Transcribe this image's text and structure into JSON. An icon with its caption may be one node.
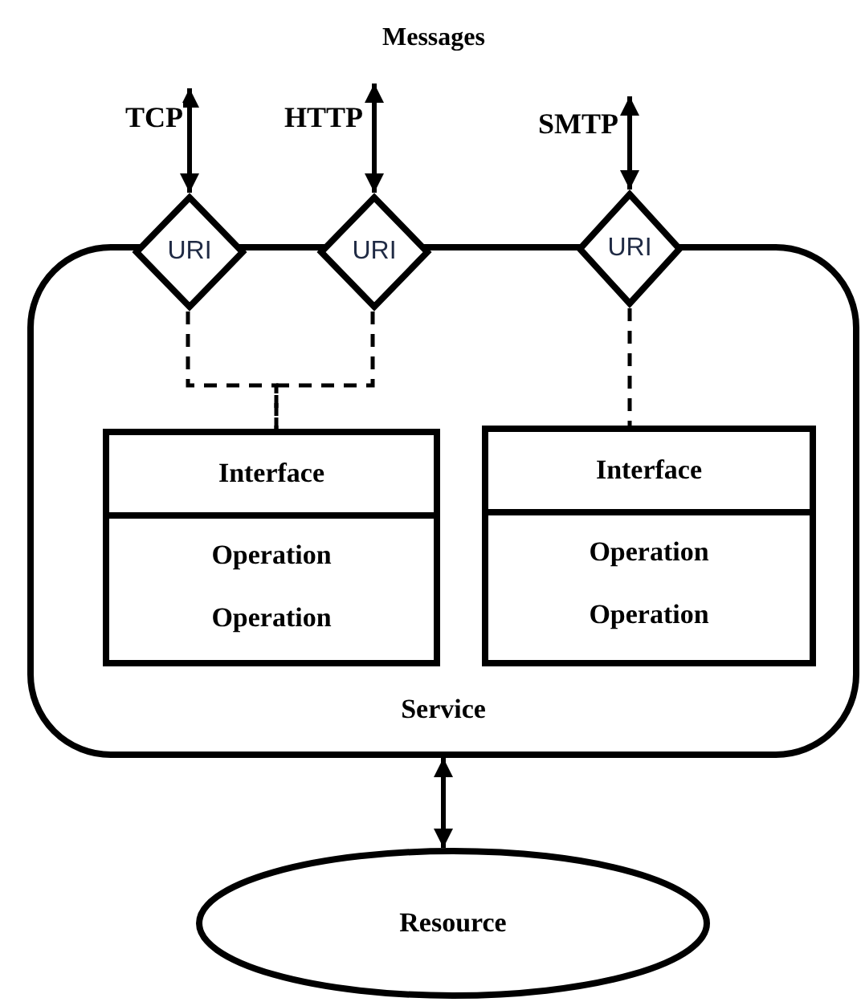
{
  "diagram": {
    "nodes": [
      {
        "text": [
          "Service"
        ]
      },
      {
        "text": [
          "URI"
        ]
      },
      {
        "text": [
          "URI"
        ]
      },
      {
        "text": [
          "URI"
        ]
      },
      {
        "text": [
          "Interface",
          "Operation",
          "Operation"
        ],
        "in": 0
      },
      {
        "text": [
          "Interface",
          "Operation",
          "Operation"
        ],
        "in": 0
      },
      {
        "text": [
          "Resource"
        ]
      }
    ],
    "edges": [
      {
        "from": null,
        "to": 1,
        "arrow": "both",
        "label": "TCP"
      },
      {
        "from": null,
        "to": 2,
        "arrow": "both",
        "label": "HTTP"
      },
      {
        "from": null,
        "to": 3,
        "arrow": "both",
        "label": "SMTP"
      },
      {
        "from": 1,
        "to": 4,
        "arrow": "none",
        "style": "dashed"
      },
      {
        "from": 2,
        "to": 4,
        "arrow": "none",
        "style": "dashed"
      },
      {
        "from": 3,
        "to": 5,
        "arrow": "none",
        "style": "dashed"
      },
      {
        "from": 0,
        "to": 6,
        "arrow": "both"
      }
    ],
    "labels": [
      "Messages"
    ]
  }
}
